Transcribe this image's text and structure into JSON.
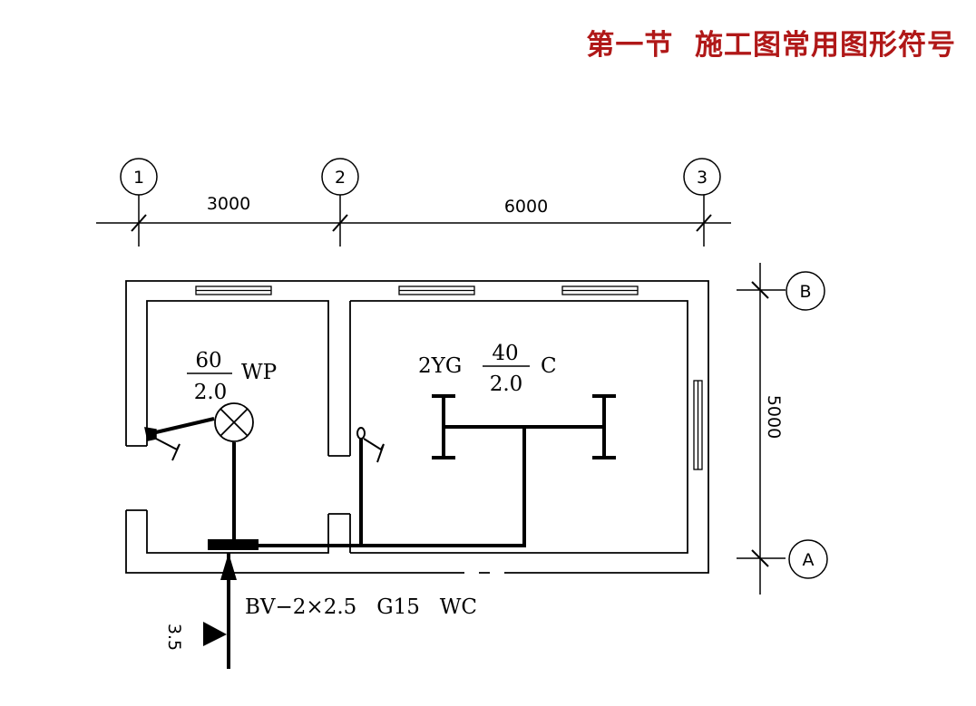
{
  "title": "第一节  施工图常用图形符号",
  "axes": {
    "vertical": [
      "1",
      "2",
      "3"
    ],
    "horizontal": [
      "B",
      "A"
    ]
  },
  "dimensions": {
    "span_1_2": "3000",
    "span_2_3": "6000",
    "span_B_A": "5000"
  },
  "labels": {
    "lamp_left": {
      "numerator": "60",
      "denominator": "2.0",
      "suffix": "WP"
    },
    "lamp_right": {
      "prefix": "2YG",
      "numerator": "40",
      "denominator": "2.0",
      "suffix": "C"
    },
    "incoming_line": "BV−2×2.5   G15   WC",
    "elevation": "3.5"
  },
  "colors": {
    "title": "#b01818",
    "lines": "#000000"
  }
}
